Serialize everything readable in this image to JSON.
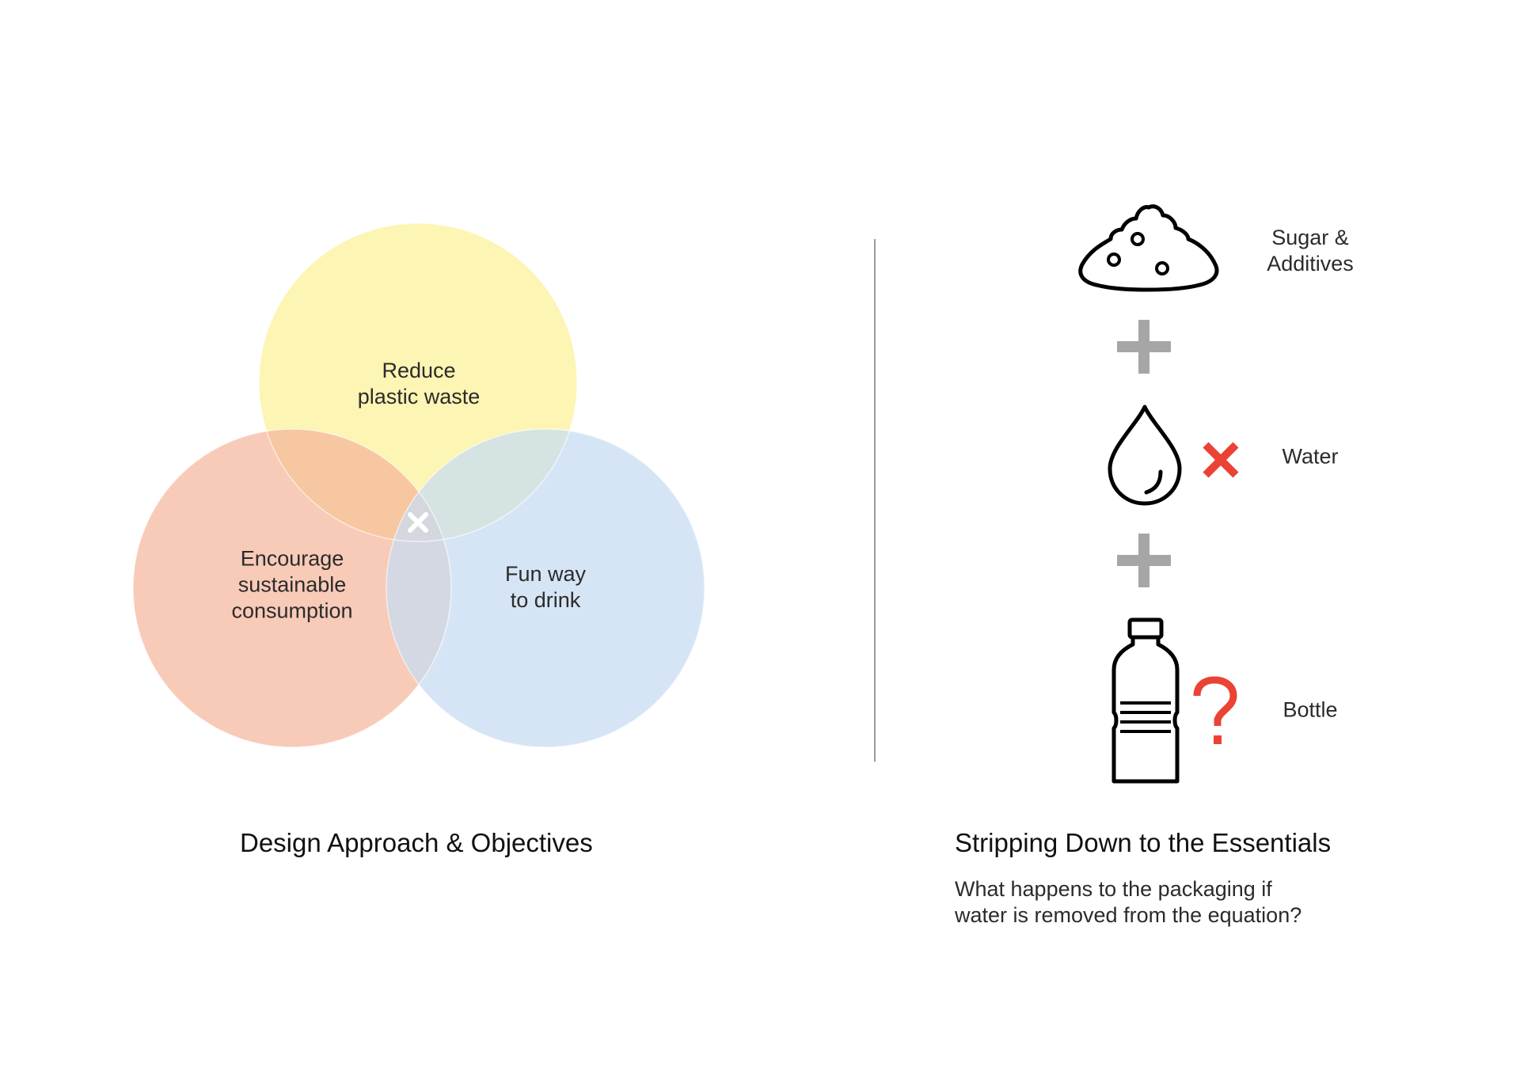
{
  "venn": {
    "circles": [
      {
        "id": "top",
        "lines": [
          "Reduce",
          "plastic waste"
        ],
        "color": "#fbf29a"
      },
      {
        "id": "left",
        "lines": [
          "Encourage",
          "sustainable",
          "consumption"
        ],
        "color": "#f5b39a"
      },
      {
        "id": "right",
        "lines": [
          "Fun way",
          "to drink"
        ],
        "color": "#c8dcf2"
      }
    ],
    "center_mark": "×",
    "caption": "Design Approach & Objectives"
  },
  "essentials": {
    "items": [
      {
        "id": "sugar",
        "lines": [
          "Sugar &",
          "Additives"
        ],
        "icon": "sugar-pile-icon"
      },
      {
        "id": "water",
        "lines": [
          "Water"
        ],
        "icon": "water-drop-icon",
        "mark": "×"
      },
      {
        "id": "bottle",
        "lines": [
          "Bottle"
        ],
        "icon": "bottle-icon",
        "mark": "?"
      }
    ],
    "operator_icon": "plus-icon",
    "title": "Stripping Down to the Essentials",
    "subtitle_lines": [
      "What happens to the packaging if",
      "water is removed from the equation?"
    ]
  },
  "colors": {
    "accent_red": "#ea4335",
    "plus_gray": "#a6a6a6",
    "divider_gray": "#9a9a9a"
  }
}
